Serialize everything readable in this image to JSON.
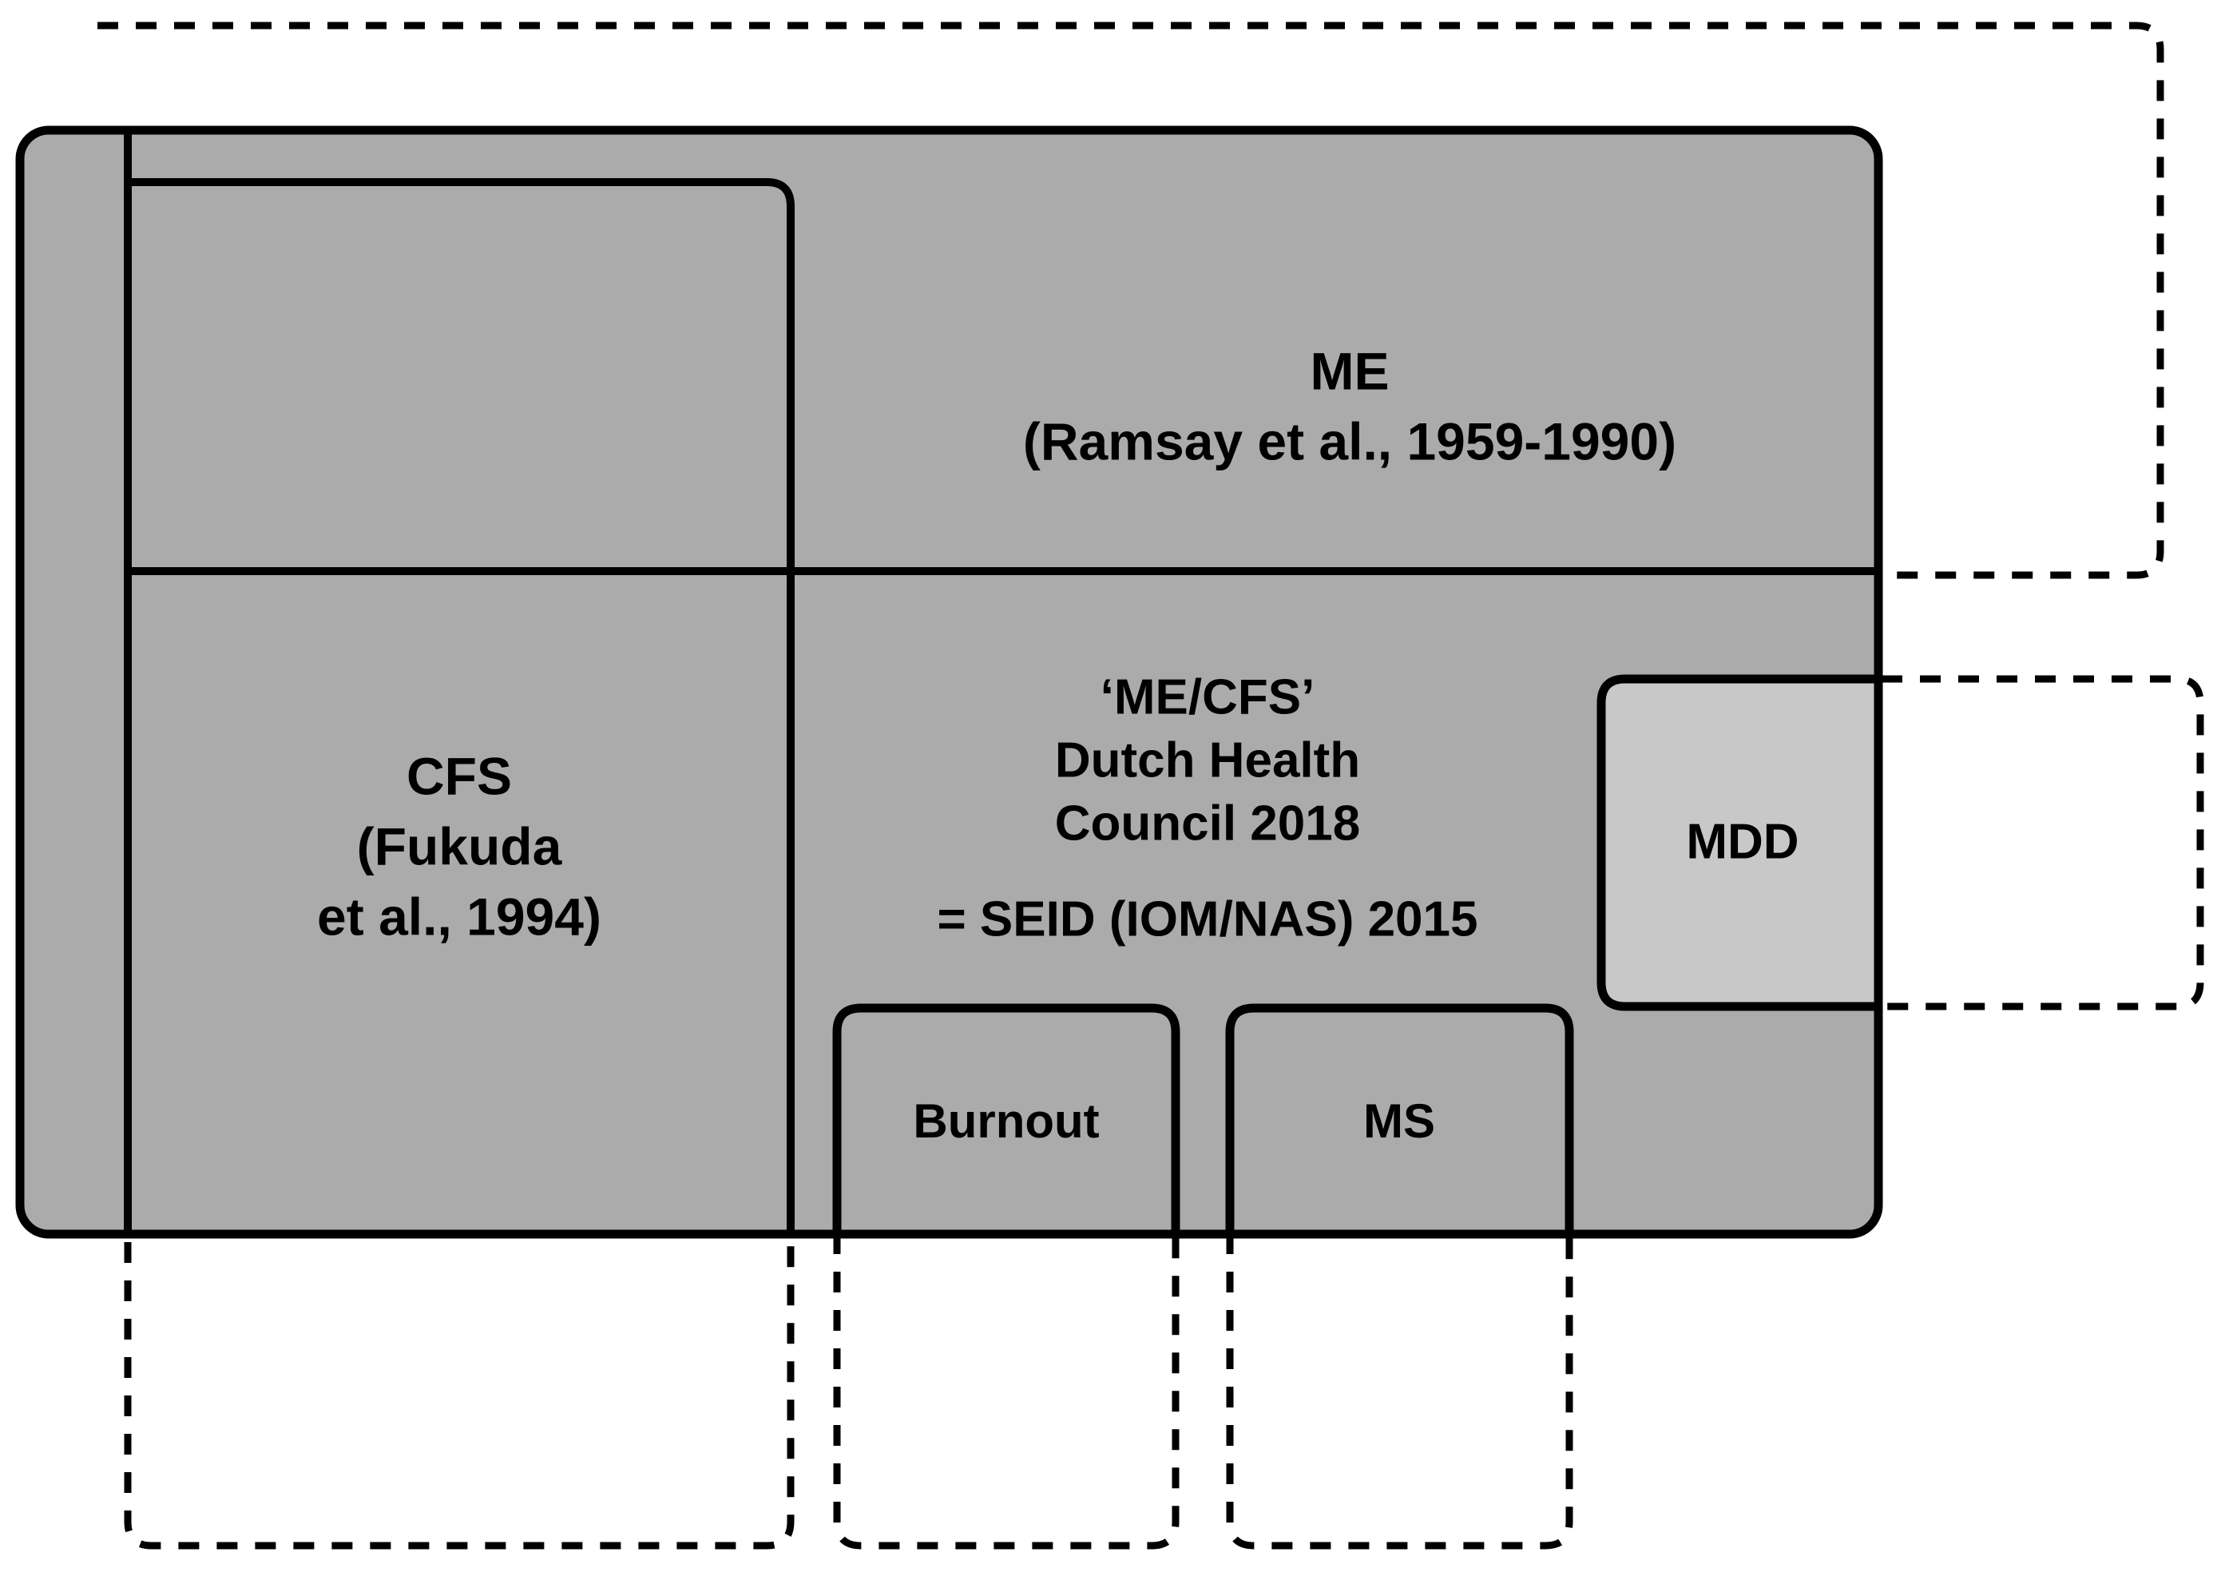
{
  "diagram": {
    "type": "nested-venn-overlap-diagram",
    "background_color": "#ffffff",
    "fill_primary": "#ababab",
    "fill_secondary": "#c8c8c8",
    "stroke_color": "#000000",
    "regions": {
      "me": {
        "name": "ME",
        "title": "ME",
        "citation": "(Ramsay et al., 1959-1990)",
        "border_style": "dashed-and-solid"
      },
      "cfs": {
        "name": "CFS",
        "title": "CFS",
        "citation_line1": "(Fukuda",
        "citation_line2": "et al., 1994)",
        "border_style": "dashed-and-solid"
      },
      "mecfs": {
        "name": "ME/CFS",
        "title": "‘ME/CFS’",
        "line2": "Dutch Health",
        "line3": "Council 2018",
        "equivalence": "= SEID (IOM/NAS) 2015"
      },
      "mdd": {
        "name": "MDD",
        "title": "MDD",
        "border_style": "dashed-and-solid"
      },
      "burnout": {
        "name": "Burnout",
        "title": "Burnout",
        "border_style": "dashed-and-solid"
      },
      "ms": {
        "name": "MS",
        "title": "MS",
        "border_style": "dashed-and-solid"
      }
    }
  }
}
